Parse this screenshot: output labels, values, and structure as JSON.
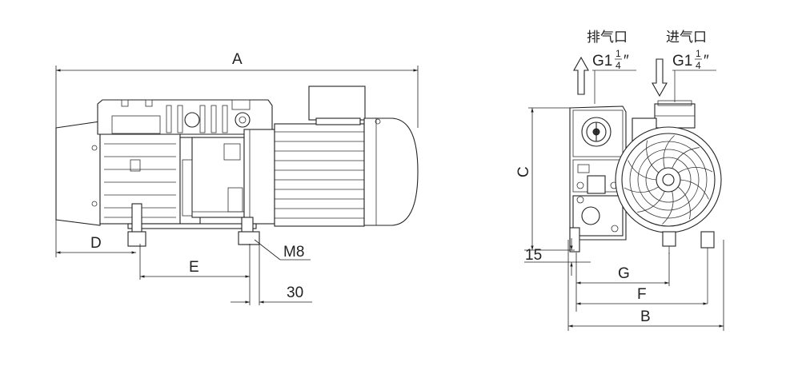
{
  "left_view": {
    "dim_A": "A",
    "dim_D": "D",
    "dim_E": "E",
    "dim_M8": "M8",
    "dim_30": "30"
  },
  "right_view": {
    "exhaust_label": "排气口",
    "inlet_label": "进气口",
    "exhaust_thread": "G1",
    "inlet_thread": "G1",
    "frac_num": "1",
    "frac_den": "4",
    "frac_mark": "″",
    "dim_C": "C",
    "dim_15": "15",
    "dim_G": "G",
    "dim_F": "F",
    "dim_B": "B"
  }
}
